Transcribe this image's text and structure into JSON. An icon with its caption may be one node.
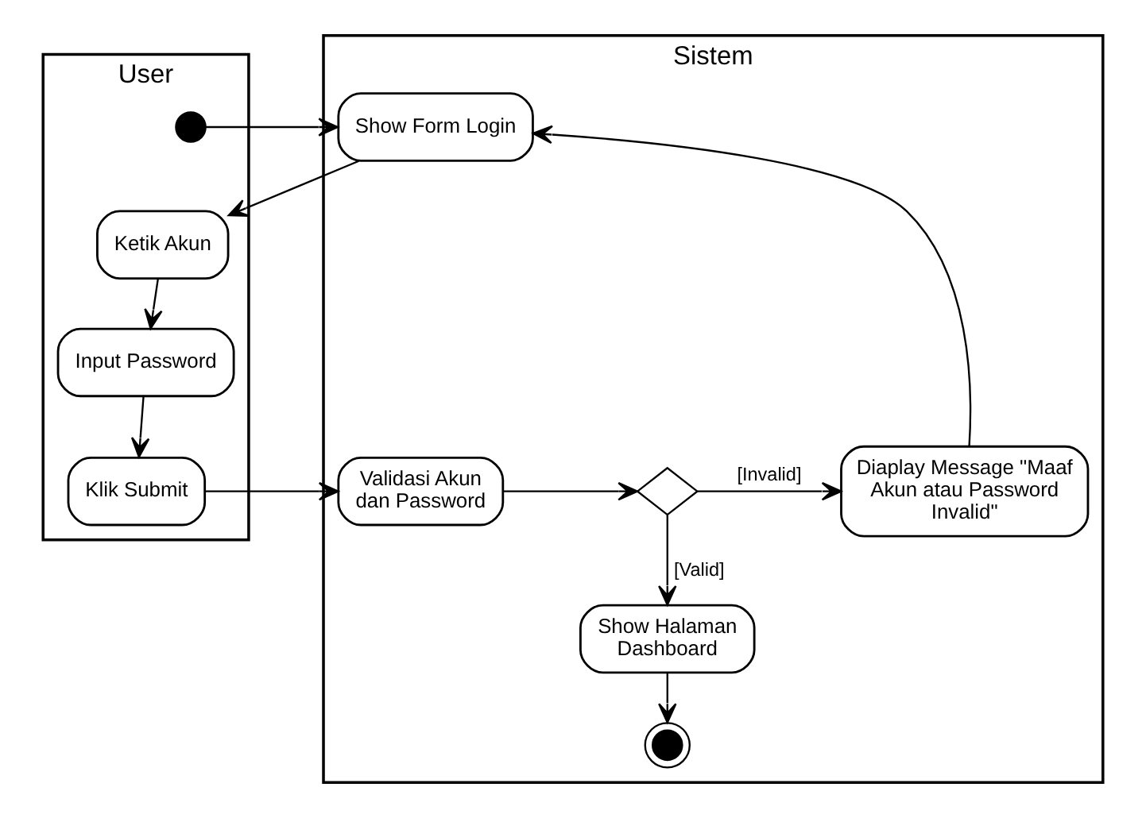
{
  "diagram": {
    "nodes": [
      {
        "text": [
          "User"
        ]
      },
      {
        "text": [
          "Sistem"
        ]
      },
      {
        "text": [],
        "shape": "circle",
        "in": 0
      },
      {
        "text": [
          "Show Form Login"
        ],
        "in": 1
      },
      {
        "text": [
          "Ketik Akun"
        ],
        "in": 0
      },
      {
        "text": [
          "Input Password"
        ],
        "in": 0
      },
      {
        "text": [
          "Klik Submit"
        ],
        "in": 0
      },
      {
        "text": [
          "Validasi Akun dan Password"
        ],
        "in": 1
      },
      {
        "text": [],
        "shape": "diamond",
        "in": 1
      },
      {
        "text": [
          "Diaplay Message \"Maaf Akun atau Password Invalid\""
        ],
        "in": 1
      },
      {
        "text": [
          "Show Halaman Dashboard"
        ],
        "in": 1
      },
      {
        "text": [],
        "shape": "circle",
        "in": 1
      }
    ],
    "edges": [
      {
        "from": 2,
        "to": 3,
        "arrow": "to"
      },
      {
        "from": 3,
        "to": 4,
        "arrow": "to"
      },
      {
        "from": 4,
        "to": 5,
        "arrow": "to"
      },
      {
        "from": 5,
        "to": 6,
        "arrow": "to"
      },
      {
        "from": 6,
        "to": 7,
        "arrow": "to"
      },
      {
        "from": 7,
        "to": 8,
        "arrow": "to"
      },
      {
        "from": 8,
        "to": 9,
        "label": "[Invalid]",
        "arrow": "to"
      },
      {
        "from": 8,
        "to": 10,
        "label": "[Valid]",
        "arrow": "to"
      },
      {
        "from": 9,
        "to": 3,
        "arrow": "to"
      },
      {
        "from": 10,
        "to": 11,
        "arrow": "to"
      }
    ]
  }
}
